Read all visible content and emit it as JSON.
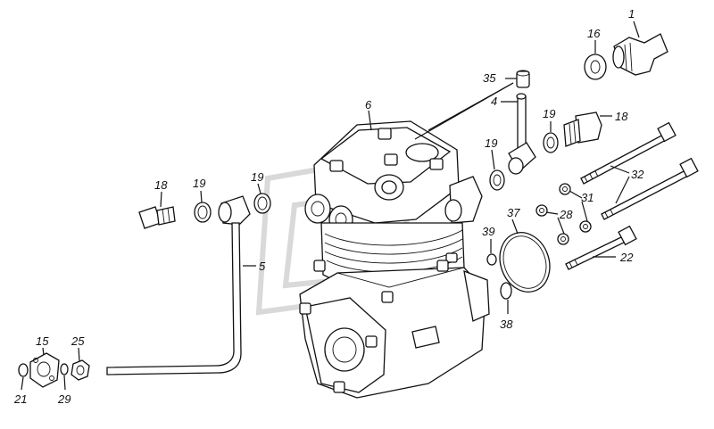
{
  "diagram": {
    "background": "#ffffff",
    "line_color": "#111111",
    "callouts": [
      {
        "id": "c1",
        "text": "1"
      },
      {
        "id": "c16",
        "text": "16"
      },
      {
        "id": "c35",
        "text": "35"
      },
      {
        "id": "c4",
        "text": "4"
      },
      {
        "id": "c6",
        "text": "6"
      },
      {
        "id": "c19a",
        "text": "19"
      },
      {
        "id": "c18a",
        "text": "18"
      },
      {
        "id": "c19b",
        "text": "19"
      },
      {
        "id": "c32",
        "text": "32"
      },
      {
        "id": "c31",
        "text": "31"
      },
      {
        "id": "c28",
        "text": "28"
      },
      {
        "id": "c37",
        "text": "37"
      },
      {
        "id": "c39",
        "text": "39"
      },
      {
        "id": "c22",
        "text": "22"
      },
      {
        "id": "c38",
        "text": "38"
      },
      {
        "id": "c18b",
        "text": "18"
      },
      {
        "id": "c19c",
        "text": "19"
      },
      {
        "id": "c19d",
        "text": "19"
      },
      {
        "id": "c5",
        "text": "5"
      },
      {
        "id": "c15",
        "text": "15"
      },
      {
        "id": "c25",
        "text": "25"
      },
      {
        "id": "c21",
        "text": "21"
      },
      {
        "id": "c29",
        "text": "29"
      }
    ]
  }
}
